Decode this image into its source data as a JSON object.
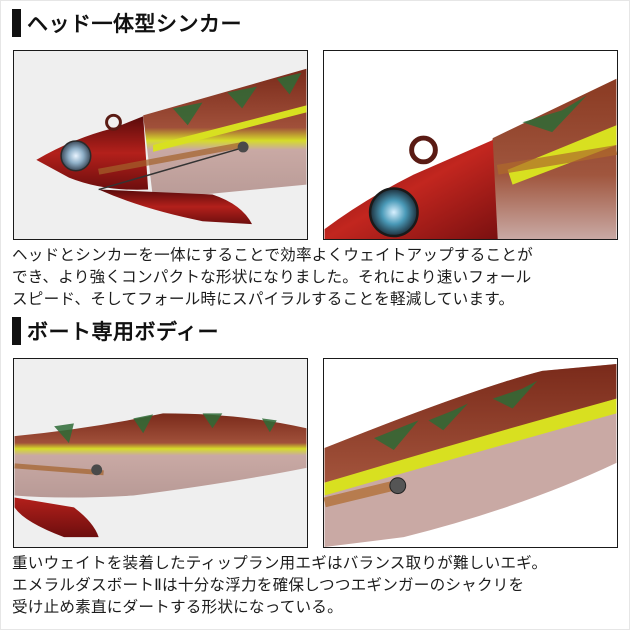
{
  "sections": [
    {
      "heading": "ヘッド一体型シンカー",
      "images": [
        {
          "alt": "lure-head-sinker-side-view",
          "background": "#efefef"
        },
        {
          "alt": "lure-head-sinker-closeup",
          "background": "#ffffff"
        }
      ],
      "description_lines": [
        "ヘッドとシンカーを一体にすることで効率よくウェイトアップすることが",
        "でき、より強くコンパクトな形状になりました。それにより速いフォール",
        "スピード、そしてフォール時にスパイラルすることを軽減しています。"
      ]
    },
    {
      "heading": "ボート専用ボディー",
      "images": [
        {
          "alt": "lure-body-side-view",
          "background": "#efefef"
        },
        {
          "alt": "lure-body-closeup",
          "background": "#ffffff"
        }
      ],
      "description_lines": [
        "重いウェイトを装着したティップラン用エギはバランス取りが難しいエギ。",
        "エメラルダスボートⅡは十分な浮力を確保しつつエギンガーのシャクリを",
        "受け止め素直にダートする形状になっている。"
      ]
    }
  ],
  "colors": {
    "heading_bar": "#111111",
    "lure_red": "#9b1515",
    "lure_brown": "#8a3a22",
    "lure_stripe_yellow": "#d8e020",
    "lure_green": "#2e6b36",
    "lure_belly": "#c9a9a4"
  }
}
